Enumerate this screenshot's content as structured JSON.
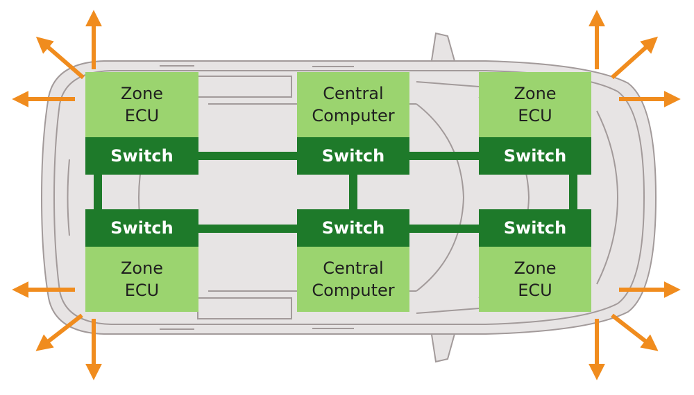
{
  "colors": {
    "ecu_fill": "#9bd46f",
    "switch_fill": "#1e7a2a",
    "link": "#1e7a2a",
    "arrow": "#f08c1e",
    "car_body": "#e7e4e4",
    "car_outline": "#a29a9a"
  },
  "blocks": {
    "top_left_label": "Zone\nECU",
    "top_center_label": "Central\nComputer",
    "top_right_label": "Zone\nECU",
    "bottom_left_label": "Zone\nECU",
    "bottom_center_label": "Central\nComputer",
    "bottom_right_label": "Zone\nECU"
  },
  "switches": {
    "top_left": "Switch",
    "top_center": "Switch",
    "top_right": "Switch",
    "bottom_left": "Switch",
    "bottom_center": "Switch",
    "bottom_right": "Switch"
  },
  "icons": {
    "outward_arrow": "arrow-icon",
    "vehicle": "car-top-view-icon"
  }
}
